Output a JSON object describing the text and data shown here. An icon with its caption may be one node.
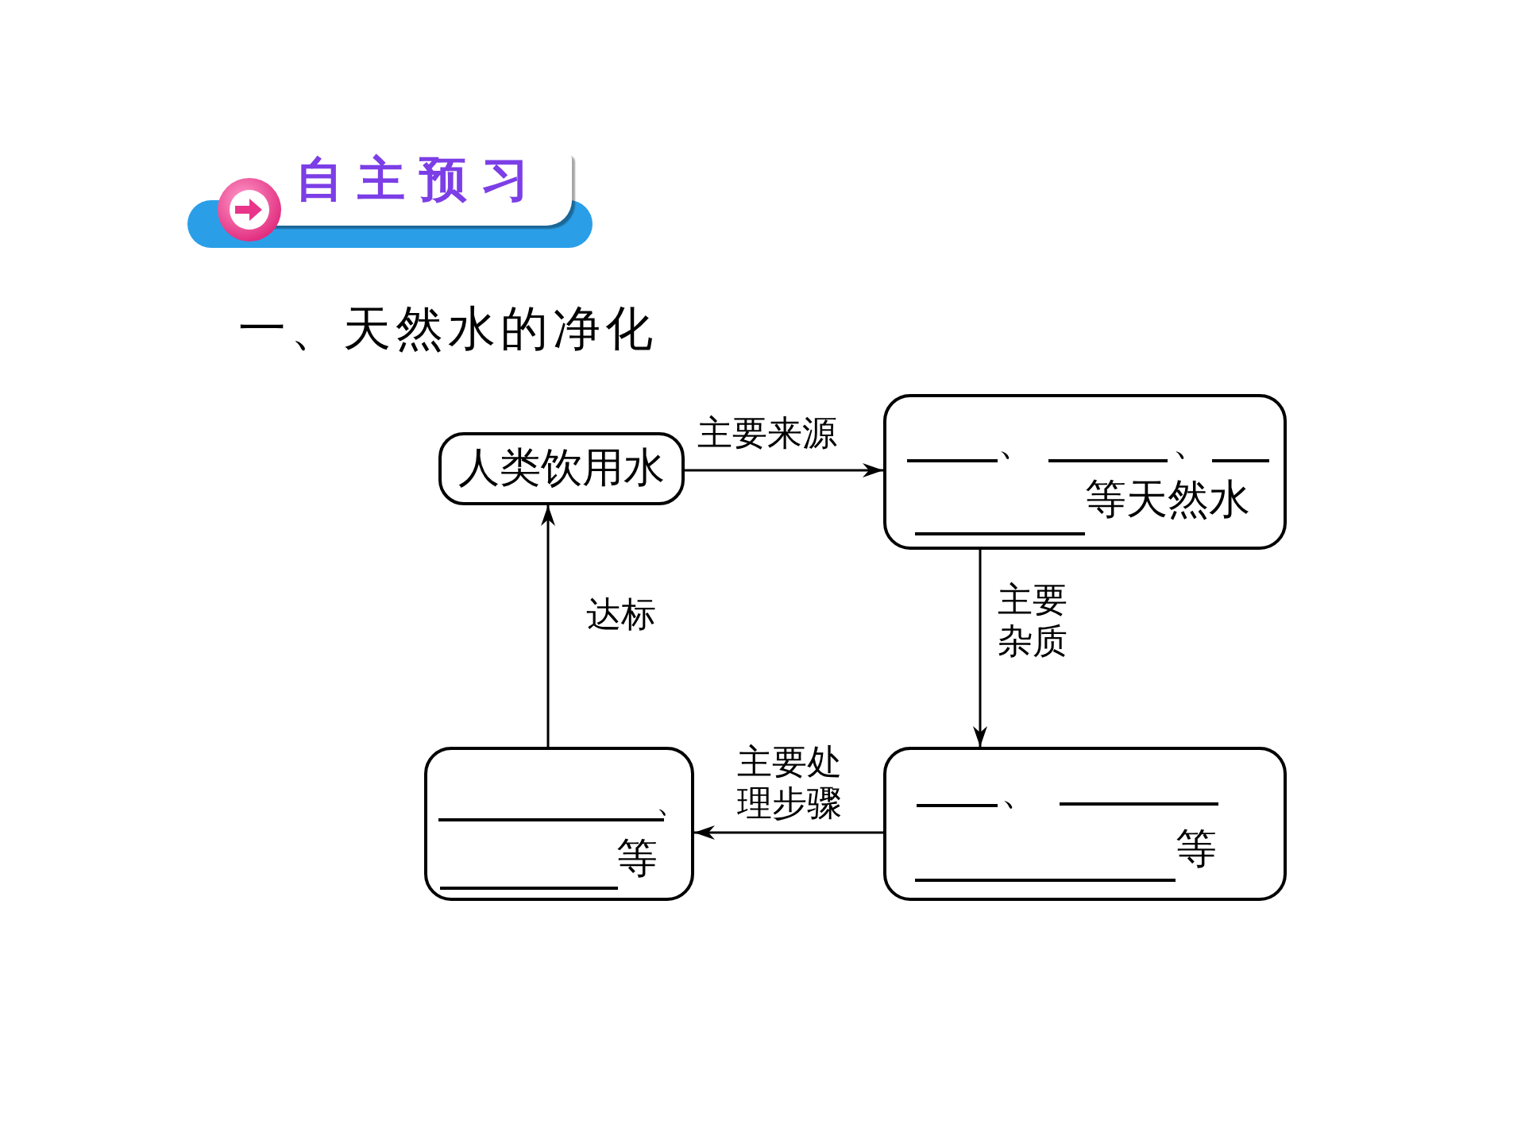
{
  "diagram": {
    "title": "一、天然水的净化",
    "nodes": [
      {
        "text": [
          "人类饮用水"
        ]
      },
      {
        "text": [
          "、",
          "、",
          "等天然水"
        ]
      },
      {
        "text": [
          "、",
          "等"
        ]
      },
      {
        "text": [
          "、",
          "等"
        ]
      }
    ],
    "edges": [
      {
        "from": 0,
        "to": 1,
        "arrow": "to",
        "label": "主要来源"
      },
      {
        "from": 1,
        "to": 3,
        "arrow": "to",
        "label": "主要杂质"
      },
      {
        "from": 3,
        "to": 2,
        "arrow": "to",
        "label": "主要处理步骤"
      },
      {
        "from": 2,
        "to": 0,
        "arrow": "to",
        "label": "达标"
      }
    ],
    "labels": [
      "自主预习"
    ]
  }
}
